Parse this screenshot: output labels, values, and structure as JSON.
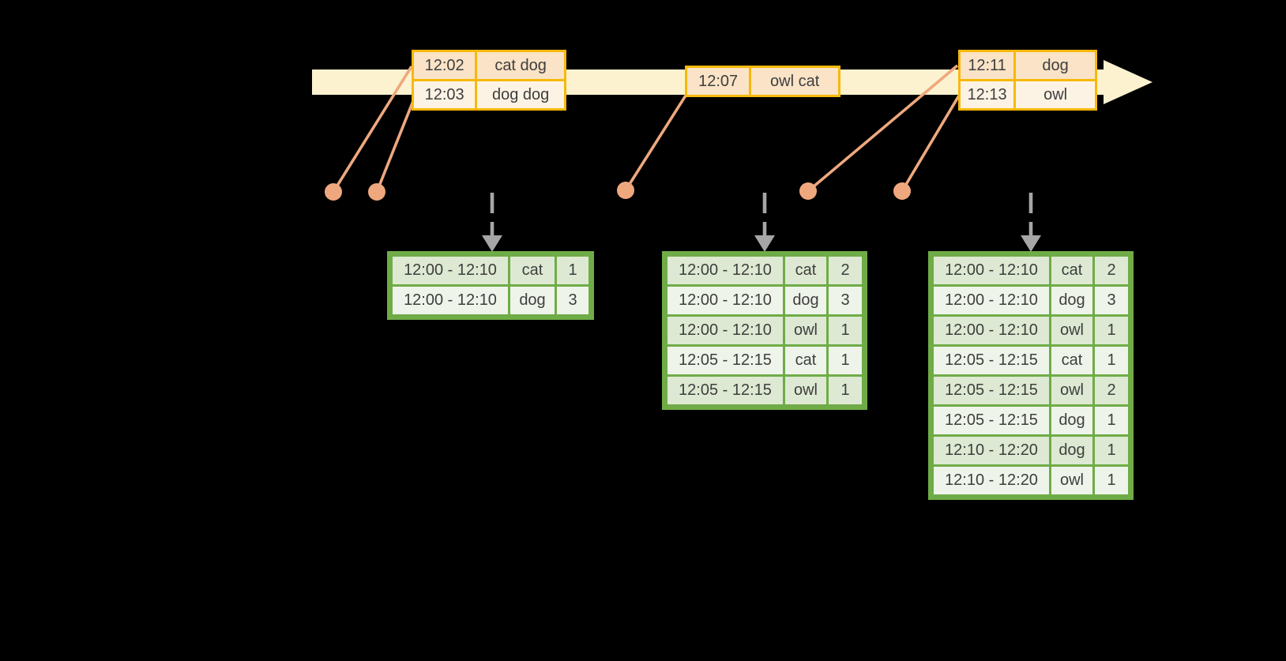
{
  "diagram": "windowed-grouped-aggregation-stream",
  "colors": {
    "background": "#000000",
    "timeline-fill": "#FCF2CF",
    "event-border": "#F6B90B",
    "event-row-dark": "#FAE3C6",
    "event-row-light": "#FDF3E4",
    "connector": "#EFA87E",
    "trigger-gray": "#A6A6A6",
    "result-border": "#6FAC47",
    "result-row-dark": "#DDE9D2",
    "result-row-light": "#EEF4EA",
    "text": "#3E3E3E"
  },
  "icons": [
    "timeline-arrow",
    "event-dot",
    "trigger-down-arrow-icon"
  ],
  "event_tables": [
    {
      "rows": [
        {
          "time": "12:02",
          "words": "cat dog"
        },
        {
          "time": "12:03",
          "words": "dog dog"
        }
      ]
    },
    {
      "rows": [
        {
          "time": "12:07",
          "words": "owl cat"
        }
      ]
    },
    {
      "rows": [
        {
          "time": "12:11",
          "words": "dog"
        },
        {
          "time": "12:13",
          "words": "owl"
        }
      ]
    }
  ],
  "result_tables": [
    {
      "rows": [
        {
          "window": "12:00 - 12:10",
          "word": "cat",
          "count": "1"
        },
        {
          "window": "12:00 - 12:10",
          "word": "dog",
          "count": "3"
        }
      ]
    },
    {
      "rows": [
        {
          "window": "12:00 - 12:10",
          "word": "cat",
          "count": "2"
        },
        {
          "window": "12:00 - 12:10",
          "word": "dog",
          "count": "3"
        },
        {
          "window": "12:00 - 12:10",
          "word": "owl",
          "count": "1"
        },
        {
          "window": "12:05 - 12:15",
          "word": "cat",
          "count": "1"
        },
        {
          "window": "12:05 - 12:15",
          "word": "owl",
          "count": "1"
        }
      ]
    },
    {
      "rows": [
        {
          "window": "12:00 - 12:10",
          "word": "cat",
          "count": "2"
        },
        {
          "window": "12:00 - 12:10",
          "word": "dog",
          "count": "3"
        },
        {
          "window": "12:00 - 12:10",
          "word": "owl",
          "count": "1"
        },
        {
          "window": "12:05 - 12:15",
          "word": "cat",
          "count": "1"
        },
        {
          "window": "12:05 - 12:15",
          "word": "owl",
          "count": "2"
        },
        {
          "window": "12:05 - 12:15",
          "word": "dog",
          "count": "1"
        },
        {
          "window": "12:10 - 12:20",
          "word": "dog",
          "count": "1"
        },
        {
          "window": "12:10 - 12:20",
          "word": "owl",
          "count": "1"
        }
      ]
    }
  ]
}
